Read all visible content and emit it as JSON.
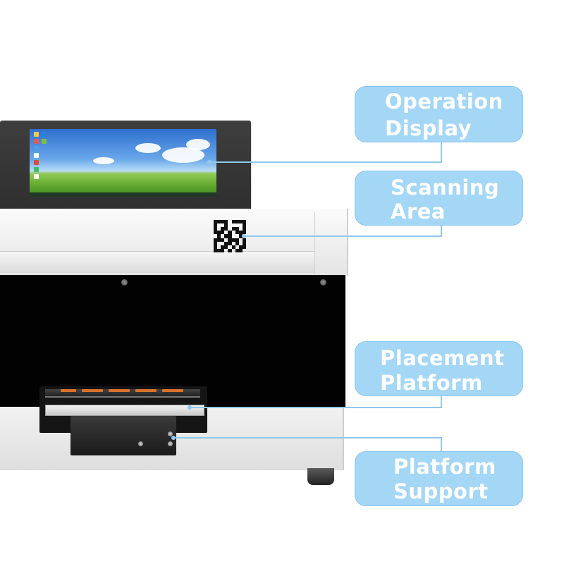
{
  "callouts": [
    {
      "id": "operation-display",
      "line1": "Operation",
      "line2": "Display"
    },
    {
      "id": "scanning-area",
      "line1": "Scanning",
      "line2": "Area"
    },
    {
      "id": "placement-platform",
      "line1": "Placement",
      "line2": "Platform"
    },
    {
      "id": "platform-support",
      "line1": "Platform",
      "line2": "Support"
    }
  ],
  "colors": {
    "callout_fill": "#a4d6f6",
    "callout_text": "#ffffff",
    "leader_line": "#8fc9ee",
    "device_body": "#eeeeee",
    "device_window": "#020202",
    "monitor_bezel": "#363636"
  }
}
